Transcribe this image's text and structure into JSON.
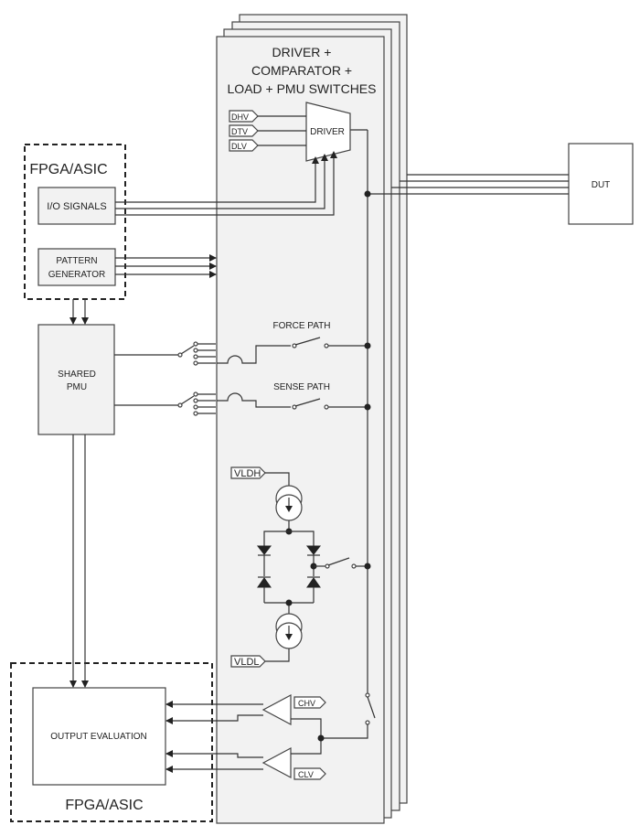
{
  "labels": {
    "driver_block_title_1": "DRIVER +",
    "driver_block_title_2": "COMPARATOR +",
    "driver_block_title_3": "LOAD + PMU SWITCHES",
    "fpga_top": "FPGA/ASIC",
    "fpga_bottom": "FPGA/ASIC",
    "io_signals": "I/O SIGNALS",
    "pattern_gen_1": "PATTERN",
    "pattern_gen_2": "GENERATOR",
    "shared_pmu_1": "SHARED",
    "shared_pmu_2": "PMU",
    "output_eval": "OUTPUT EVALUATION",
    "dut": "DUT",
    "driver": "DRIVER",
    "dhv": "DHV",
    "dtv": "DTV",
    "dlv": "DLV",
    "force_path": "FORCE PATH",
    "sense_path": "SENSE PATH",
    "vldh": "VLDH",
    "vldl": "VLDL",
    "chv": "CHV",
    "clv": "CLV"
  }
}
